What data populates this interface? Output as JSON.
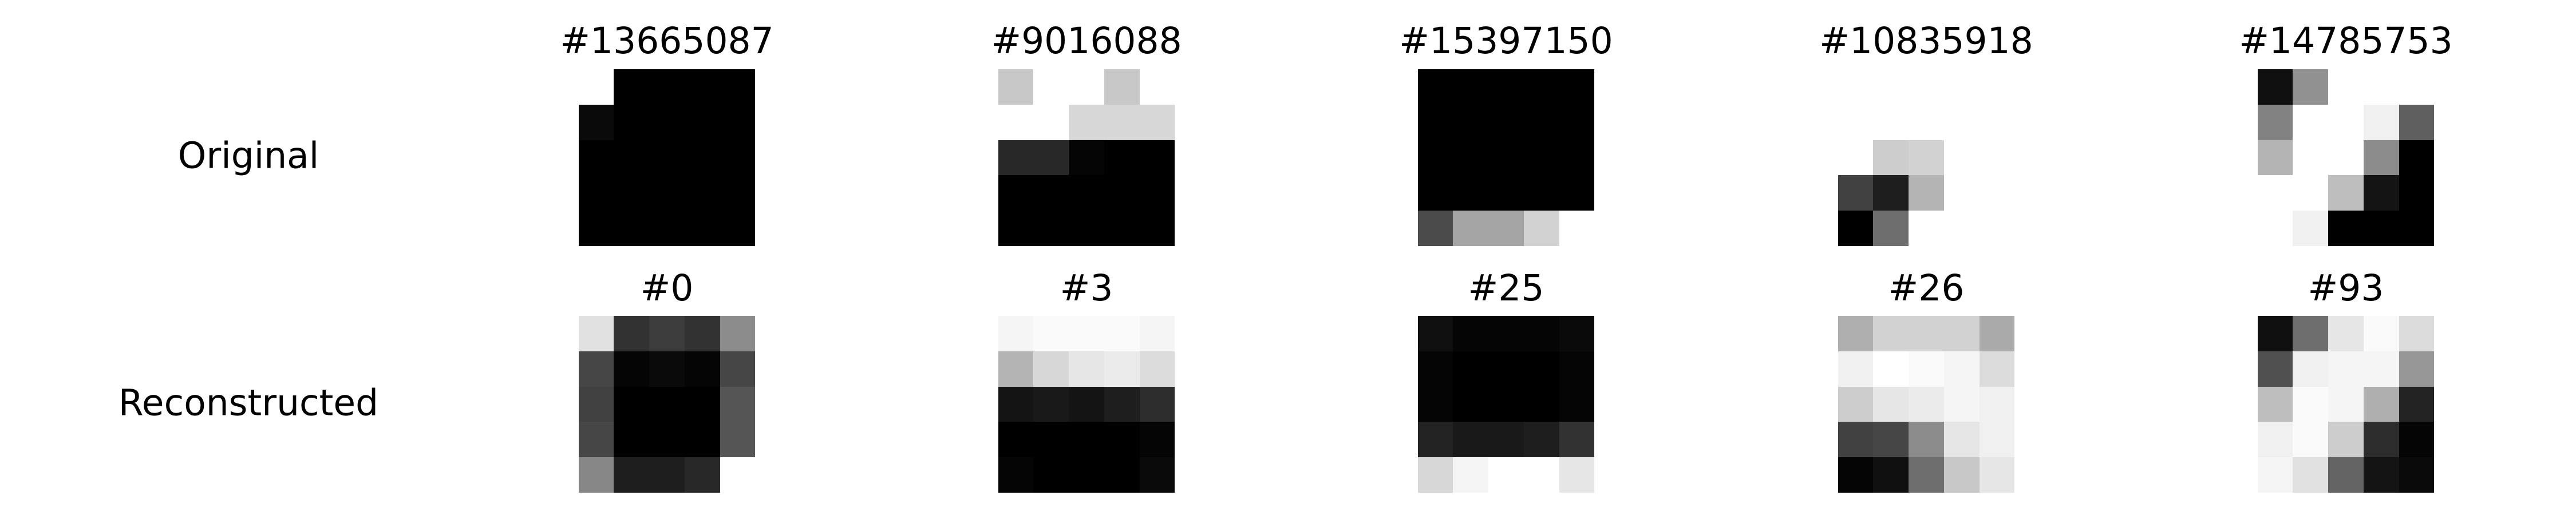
{
  "row_labels": {
    "original": "Original",
    "reconstructed": "Reconstructed"
  },
  "original": [
    {
      "title": "#13665087",
      "pixels": [
        [
          255,
          0,
          0,
          0,
          0
        ],
        [
          10,
          0,
          0,
          0,
          0
        ],
        [
          0,
          0,
          0,
          0,
          0
        ],
        [
          0,
          0,
          0,
          0,
          0
        ],
        [
          0,
          0,
          0,
          0,
          0
        ]
      ]
    },
    {
      "title": "#9016088",
      "pixels": [
        [
          200,
          255,
          255,
          200,
          255
        ],
        [
          255,
          255,
          215,
          215,
          215
        ],
        [
          40,
          40,
          5,
          0,
          0
        ],
        [
          0,
          0,
          0,
          0,
          0
        ],
        [
          0,
          0,
          0,
          0,
          0
        ]
      ]
    },
    {
      "title": "#15397150",
      "pixels": [
        [
          0,
          0,
          0,
          0,
          0
        ],
        [
          0,
          0,
          0,
          0,
          0
        ],
        [
          0,
          0,
          0,
          0,
          0
        ],
        [
          0,
          0,
          0,
          0,
          0
        ],
        [
          75,
          165,
          165,
          210,
          255
        ]
      ]
    },
    {
      "title": "#10835918",
      "pixels": [
        [
          255,
          255,
          255,
          255,
          255
        ],
        [
          255,
          255,
          255,
          255,
          255
        ],
        [
          255,
          205,
          210,
          255,
          255
        ],
        [
          65,
          30,
          180,
          255,
          255
        ],
        [
          0,
          110,
          255,
          255,
          255
        ]
      ]
    },
    {
      "title": "#14785753",
      "pixels": [
        [
          15,
          145,
          255,
          255,
          255
        ],
        [
          130,
          255,
          255,
          240,
          95
        ],
        [
          180,
          255,
          255,
          140,
          0
        ],
        [
          255,
          255,
          190,
          20,
          0
        ],
        [
          255,
          240,
          0,
          0,
          0
        ]
      ]
    }
  ],
  "reconstructed": [
    {
      "title": "#0",
      "pixels": [
        [
          225,
          50,
          60,
          50,
          140
        ],
        [
          70,
          5,
          10,
          5,
          70
        ],
        [
          65,
          0,
          0,
          0,
          85
        ],
        [
          70,
          0,
          0,
          0,
          85
        ],
        [
          135,
          30,
          30,
          40,
          255
        ]
      ]
    },
    {
      "title": "#3",
      "pixels": [
        [
          245,
          250,
          250,
          250,
          245
        ],
        [
          180,
          215,
          230,
          235,
          220
        ],
        [
          20,
          25,
          20,
          30,
          45
        ],
        [
          0,
          0,
          0,
          0,
          5
        ],
        [
          5,
          0,
          0,
          0,
          10
        ]
      ]
    },
    {
      "title": "#25",
      "pixels": [
        [
          15,
          5,
          5,
          5,
          10
        ],
        [
          5,
          0,
          0,
          0,
          5
        ],
        [
          5,
          0,
          0,
          0,
          5
        ],
        [
          35,
          25,
          25,
          30,
          50
        ],
        [
          215,
          245,
          255,
          255,
          230
        ]
      ]
    },
    {
      "title": "#26",
      "pixels": [
        [
          175,
          210,
          210,
          210,
          170
        ],
        [
          240,
          255,
          250,
          245,
          220
        ],
        [
          205,
          230,
          235,
          245,
          240
        ],
        [
          65,
          70,
          140,
          230,
          240
        ],
        [
          5,
          15,
          110,
          200,
          230
        ]
      ]
    },
    {
      "title": "#93",
      "pixels": [
        [
          15,
          110,
          230,
          250,
          220
        ],
        [
          80,
          240,
          245,
          245,
          150
        ],
        [
          190,
          250,
          245,
          175,
          35
        ],
        [
          240,
          250,
          205,
          45,
          5
        ],
        [
          245,
          225,
          100,
          20,
          10
        ]
      ]
    }
  ]
}
